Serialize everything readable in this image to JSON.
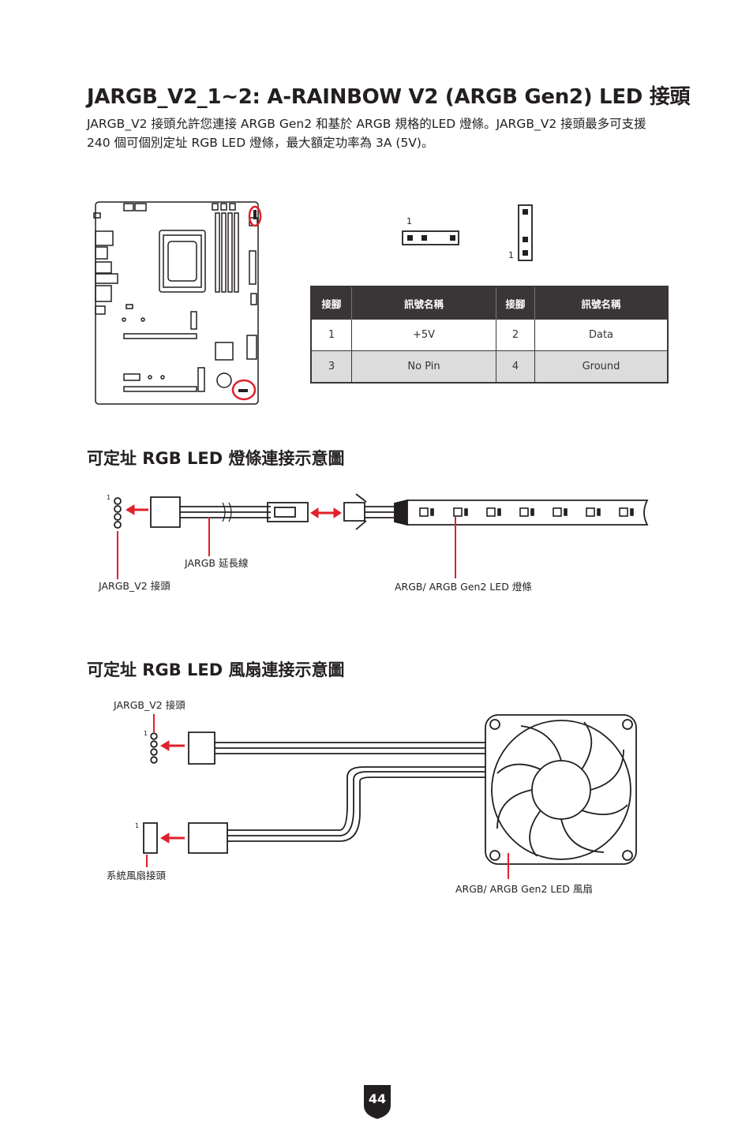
{
  "title": "JARGB_V2_1~2: A-RAINBOW V2 (ARGB Gen2) LED 接頭",
  "intro": "JARGB_V2 接頭允許您連接 ARGB Gen2 和基於 ARGB 規格的LED 燈條。JARGB_V2 接頭最多可支援 240 個可個別定址 RGB LED 燈條，最大額定功率為 3A (5V)。",
  "pin_label_one": "1",
  "pin_table": {
    "headers": [
      "接腳",
      "訊號名稱",
      "接腳",
      "訊號名稱"
    ],
    "rows": [
      [
        "1",
        "+5V",
        "2",
        "Data"
      ],
      [
        "3",
        "No Pin",
        "4",
        "Ground"
      ]
    ]
  },
  "section_strip": {
    "heading": "可定址 RGB LED 燈條連接示意圖",
    "label_extension": "JARGB 延長線",
    "label_header": "JARGB_V2 接頭",
    "label_strip": "ARGB/ ARGB Gen2 LED 燈條"
  },
  "section_fan": {
    "heading": "可定址 RGB LED 風扇連接示意圖",
    "label_header": "JARGB_V2 接頭",
    "label_sysfan": "系統風扇接頭",
    "label_fan": "ARGB/ ARGB Gen2 LED 風扇"
  },
  "page_number": "44",
  "colors": {
    "accent": "#e0202b",
    "dark": "#231f20",
    "table_header": "#3a3536"
  }
}
